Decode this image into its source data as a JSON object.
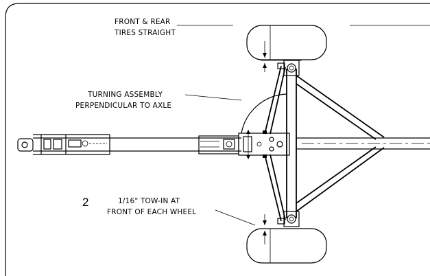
{
  "colors": {
    "ink": "#000000",
    "paper": "#ffffff"
  },
  "callouts": {
    "front_rear_tires": {
      "line1": "FRONT & REAR",
      "line2": "TIRES STRAIGHT"
    },
    "turning_assembly": {
      "line1": "TURNING ASSEMBLY",
      "line2": "PERPENDICULAR TO AXLE"
    },
    "tow_in": {
      "line1": "1/16\" TOW-IN AT",
      "line2": "FRONT OF EACH WHEEL"
    }
  },
  "step_number": "2"
}
